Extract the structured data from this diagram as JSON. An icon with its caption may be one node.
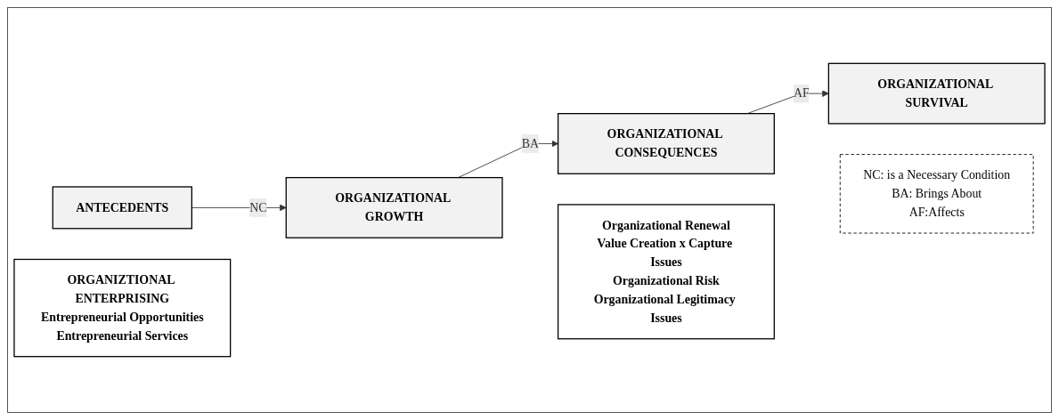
{
  "diagram": {
    "nodes": [
      {
        "text": [
          "ANTECEDENTS"
        ]
      },
      {
        "text": [
          "ORGANIZATIONAL GROWTH"
        ]
      },
      {
        "text": [
          "ORGANIZATIONAL CONSEQUENCES"
        ]
      },
      {
        "text": [
          "ORGANIZATIONAL SURVIVAL"
        ]
      },
      {
        "text": [
          "ORGANIZTIONAL ENTERPRISING",
          "Entrepreneurial Opportunities",
          "Entrepreneurial Services"
        ]
      },
      {
        "text": [
          "Organizational Renewal",
          "Value Creation x Capture Issues",
          "Organizational Risk",
          "Organizational Legitimacy Issues"
        ]
      },
      {
        "text": [
          "NC: is a Necessary Condition",
          "BA: Brings About",
          "AF:Affects"
        ]
      }
    ],
    "edges": [
      {
        "from": 0,
        "to": 1,
        "arrow": "to",
        "label": "NC"
      },
      {
        "from": 1,
        "to": 2,
        "arrow": "to",
        "label": "BA"
      },
      {
        "from": 2,
        "to": 3,
        "arrow": "to",
        "label": "AF"
      }
    ]
  }
}
